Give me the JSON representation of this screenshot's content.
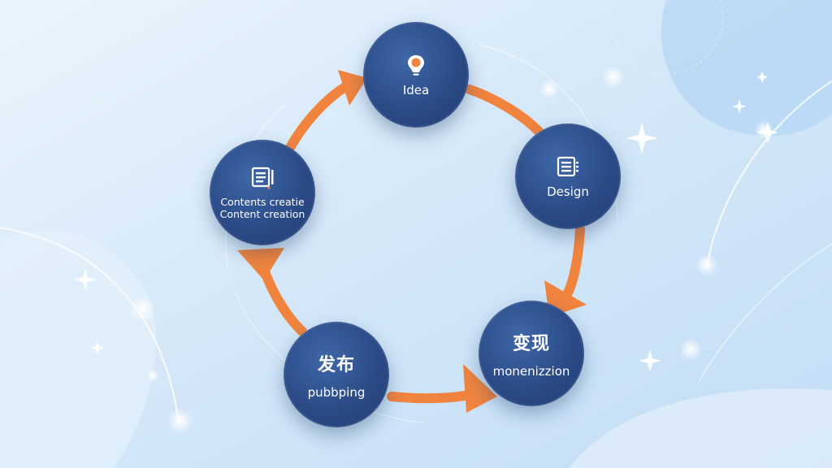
{
  "diagram": {
    "type": "cycle",
    "colors": {
      "arrow": "#f0843f",
      "node": "#2b4b87",
      "accent": "#f0843f",
      "background": "#d4e8f8"
    },
    "nodes": [
      {
        "id": "idea",
        "label": "Idea",
        "icon": "lightbulb-icon"
      },
      {
        "id": "design",
        "label": "Design",
        "icon": "document-list-icon"
      },
      {
        "id": "monetization",
        "label_cn": "变现",
        "label": "monenizzion"
      },
      {
        "id": "publishing",
        "label_cn": "发布",
        "label": "pubbping"
      },
      {
        "id": "content-creation",
        "label_line1": "Contents creatie",
        "label_line2": "Content creation",
        "icon": "document-edit-icon"
      }
    ]
  }
}
